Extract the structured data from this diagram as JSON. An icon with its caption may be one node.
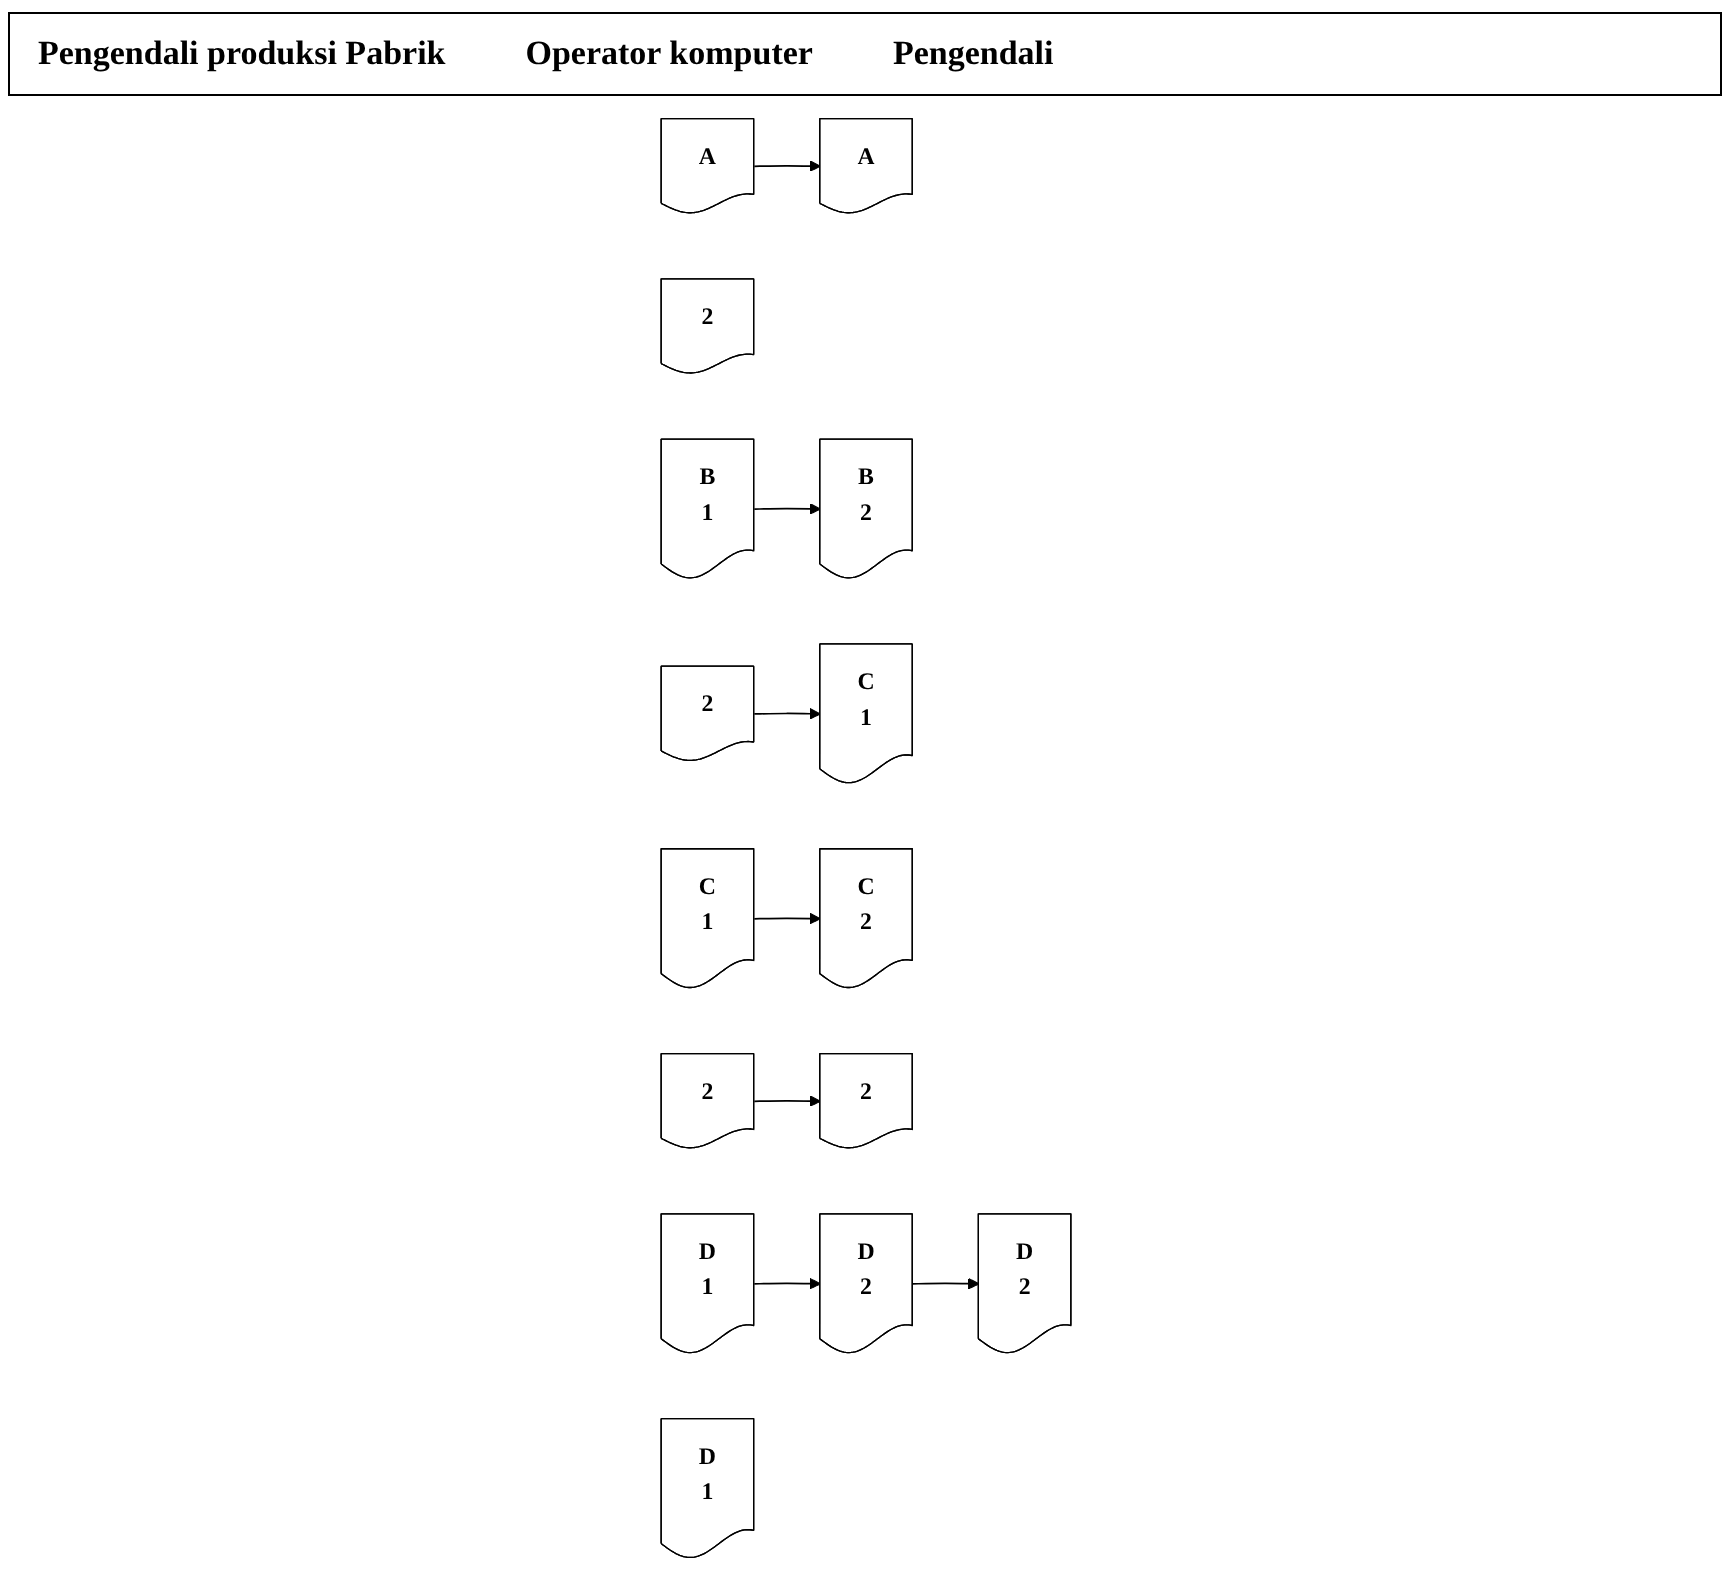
{
  "diagram": {
    "nodes": [
      {
        "text": [
          "A"
        ]
      },
      {
        "text": [
          "A"
        ]
      },
      {
        "text": [
          "2"
        ]
      },
      {
        "text": [
          "B",
          "1"
        ]
      },
      {
        "text": [
          "B",
          "2"
        ]
      },
      {
        "text": [
          "C",
          "1"
        ]
      },
      {
        "text": [
          "2"
        ]
      },
      {
        "text": [
          "C",
          "1"
        ]
      },
      {
        "text": [
          "C",
          "2"
        ]
      },
      {
        "text": [
          "2"
        ]
      },
      {
        "text": [
          "2"
        ]
      },
      {
        "text": [
          "D",
          "1"
        ]
      },
      {
        "text": [
          "D",
          "1"
        ]
      },
      {
        "text": [
          "D",
          "2"
        ]
      },
      {
        "text": [
          "D",
          "2"
        ]
      }
    ],
    "edges": [
      {
        "from": 1,
        "to": 0,
        "arrow": "to"
      },
      {
        "from": 3,
        "to": 4,
        "arrow": "to"
      },
      {
        "from": 6,
        "to": 5,
        "arrow": "to"
      },
      {
        "from": 7,
        "to": 8,
        "arrow": "to"
      },
      {
        "from": 10,
        "to": 9,
        "arrow": "to"
      },
      {
        "from": 11,
        "to": 13,
        "arrow": "to"
      },
      {
        "from": 13,
        "to": 14,
        "arrow": "to"
      }
    ],
    "labels": [
      "Pengendali produksi Pabrik",
      "Operator komputer",
      "Pengendali"
    ]
  }
}
